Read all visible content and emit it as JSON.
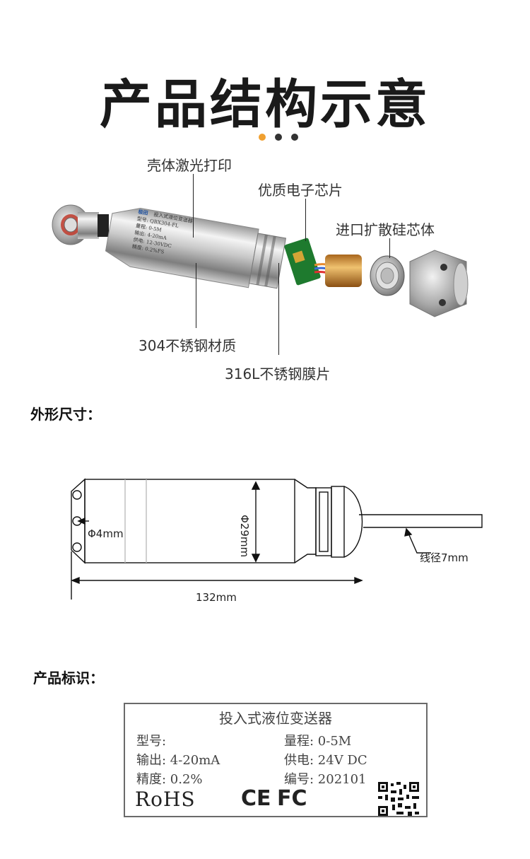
{
  "header": {
    "title": "产品结构示意",
    "dot_colors": [
      "#f0a030",
      "#333333",
      "#333333"
    ]
  },
  "structure_callouts": {
    "shell_laser": "壳体激光打印",
    "chip": "优质电子芯片",
    "diffused_silicon": "进口扩散硅芯体",
    "material_304": "304不锈钢材质",
    "diaphragm_316l": "316L不锈钢膜片"
  },
  "product_print": {
    "brand": "极田",
    "name": "投入式液位变送器",
    "lines": [
      "型号: QBX304-FL",
      "量程: 0-5M",
      "输出: 4-20mA",
      "供电: 12-30VDC",
      "精度: 0.2%FS"
    ]
  },
  "dimensions": {
    "section_title": "外形尺寸：",
    "hole": "Φ4mm",
    "diameter": "Φ29mm",
    "length": "132mm",
    "cable": "线径7mm"
  },
  "identification": {
    "section_title": "产品标识：",
    "label": {
      "title": "投入式液位变送器",
      "model_label": "型号:",
      "range": "量程: 0-5M",
      "output": "输出: 4-20mA",
      "power": "供电: 24V DC",
      "accuracy": "精度: 0.2%",
      "serial": "编号: 202101",
      "rohs": "RoHS",
      "ce": "CE",
      "fc": "FC"
    }
  }
}
